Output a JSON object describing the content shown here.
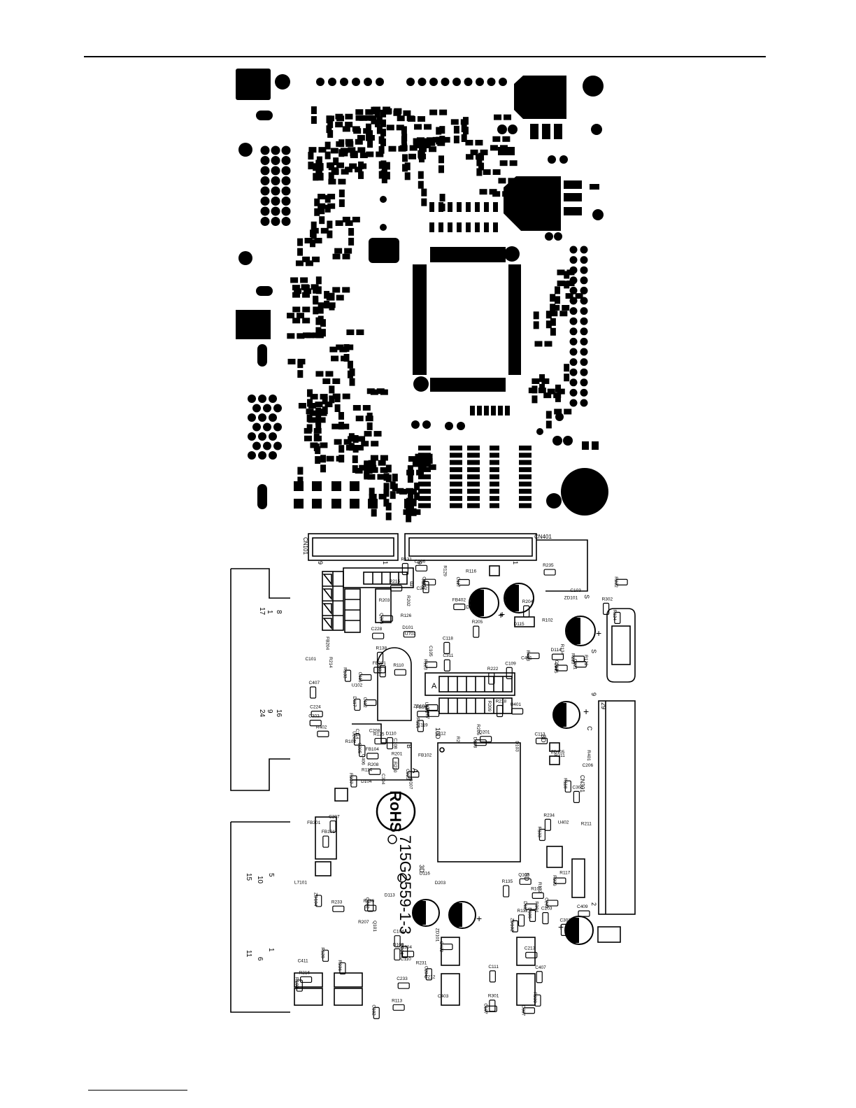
{
  "silkscreen": {
    "rohs_mark": "RoHS",
    "board_number": "715G2559-1-3",
    "connectors": {
      "cn101": "CN101",
      "cn401": "CN401",
      "cn301": "CN301",
      "cn101_pin_a": "9",
      "cn101_pin_b": "1",
      "cn401_pin_a": "9",
      "cn401_pin_b": "1",
      "cn301_pin_top": "29",
      "cn301_pin_bottom": "2"
    },
    "vga_pins": {
      "p1": "1",
      "p8": "8",
      "p17": "17",
      "p9": "9",
      "p16": "16",
      "p24": "24"
    },
    "dvi_pins": {
      "p5": "5",
      "p10": "10",
      "p15": "15",
      "p1": "1",
      "p6": "6",
      "p11": "11"
    },
    "markers": {
      "a1": "A",
      "a2": "A",
      "b1": "B",
      "b2": "B",
      "s1": "S",
      "s2": "S",
      "c1": "C",
      "g1": "8D",
      "g2": "10D",
      "g3": "3D",
      "g4": "5D",
      "g5": "9"
    },
    "refs": [
      "R402",
      "C411",
      "U701",
      "FB402",
      "FB105",
      "C406",
      "C402",
      "C407",
      "C409",
      "C401",
      "C407",
      "L7101",
      "Q205",
      "C109",
      "R209",
      "R208",
      "C403",
      "C107",
      "R211",
      "C218",
      "U102",
      "Q202",
      "R123",
      "R222",
      "R218",
      "C108",
      "D203",
      "Q103",
      "R401",
      "R124",
      "C116",
      "Q101",
      "FB201",
      "R221",
      "R2",
      "C223",
      "C212",
      "C213",
      "R211",
      "R213",
      "R214",
      "R216",
      "R215",
      "R403",
      "D108",
      "D107",
      "D109",
      "D106",
      "R132",
      "D114",
      "FB104",
      "R130",
      "R131",
      "D115",
      "D112",
      "R125",
      "D113",
      "R135",
      "R118",
      "R122",
      "R133",
      "R128",
      "R126",
      "R129",
      "R127",
      "D110",
      "D116",
      "D111",
      "R133",
      "R134",
      "D117",
      "ZD104",
      "R138",
      "C118",
      "C119",
      "C205",
      "C204",
      "C307",
      "C301",
      "R204",
      "FB204",
      "R207",
      "R202",
      "C117",
      "ZD103",
      "FB102",
      "C104",
      "R105",
      "R104",
      "C103",
      "C101",
      "C102",
      "C106",
      "C105",
      "C113",
      "R114",
      "R113",
      "R112",
      "R117",
      "R102",
      "R101",
      "R103",
      "R110",
      "R116",
      "R121",
      "C114",
      "ZD101",
      "ZD102",
      "ZD105",
      "ZD101",
      "C112",
      "FB101",
      "D101",
      "D102",
      "D103",
      "D104",
      "C110",
      "C111",
      "C206",
      "C215",
      "C208",
      "C207",
      "R203",
      "R205",
      "R206",
      "R201",
      "R304",
      "R301",
      "C302",
      "R302",
      "C303",
      "FB301",
      "R303",
      "C201",
      "Q201",
      "R210",
      "R231",
      "R230",
      "U402",
      "R232",
      "C224",
      "R233",
      "C228",
      "R235",
      "U101",
      "U201",
      "U204",
      "C203",
      "R234",
      "C221",
      "R237",
      "R236",
      "C202",
      "C311",
      "U401",
      "C304",
      "C233",
      "C203",
      "R239"
    ]
  }
}
